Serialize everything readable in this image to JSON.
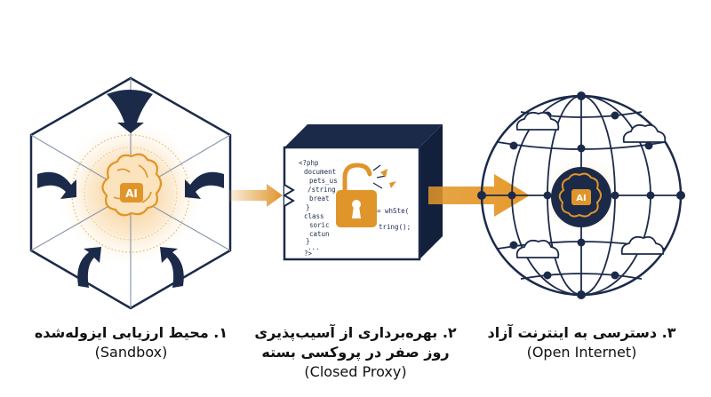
{
  "stages": [
    {
      "title": "۱. محیط ارزیابی ایزوله‌شده",
      "subtitle": "(Sandbox)",
      "badge": "AI"
    },
    {
      "title_line1": "۲. بهره‌برداری از آسیب‌پذیری",
      "title_line2": "روز صفر در پروکسی بسته",
      "subtitle": "(Closed Proxy)",
      "code_lines": [
        "<?php",
        "document",
        "pets_us",
        "/string",
        "breat",
        "}",
        "class",
        "soric",
        "catun",
        "}",
        "...",
        "?>"
      ],
      "code_right": [
        "= whSte(",
        "tring();"
      ]
    },
    {
      "title": "۳. دسترسی به اینترنت آزاد",
      "subtitle": "(Open Internet)",
      "badge": "AI"
    }
  ],
  "colors": {
    "navy": "#1c2a4a",
    "orange": "#e0952a",
    "orange_light": "#f3c27a"
  }
}
